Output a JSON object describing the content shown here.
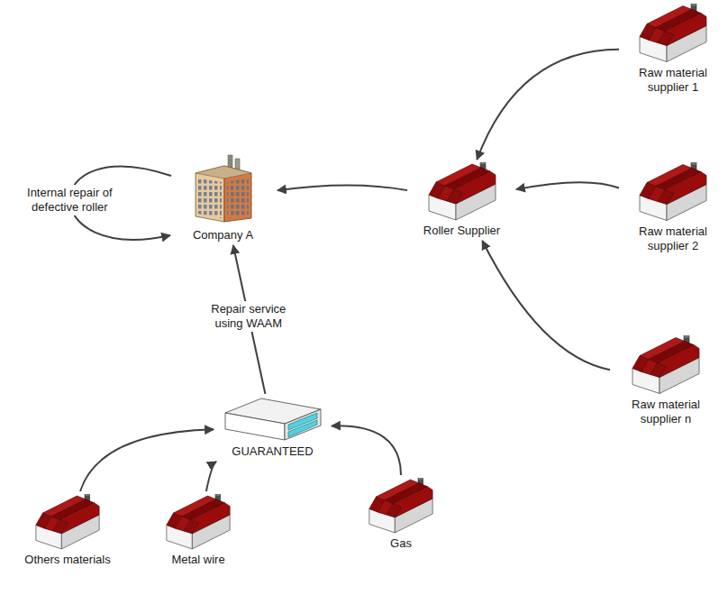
{
  "diagram": {
    "nodes": [
      {
        "text": [
          "Raw material supplier 1"
        ]
      },
      {
        "text": [
          "Company A"
        ]
      },
      {
        "text": [
          "Roller Supplier"
        ]
      },
      {
        "text": [
          "Raw material supplier 2"
        ]
      },
      {
        "text": [
          "Raw material supplier n"
        ]
      },
      {
        "text": [
          "GUARANTEED"
        ]
      },
      {
        "text": [
          "Others materials"
        ]
      },
      {
        "text": [
          "Metal wire"
        ]
      },
      {
        "text": [
          "Gas"
        ]
      }
    ],
    "edges": [
      {
        "from": 0,
        "to": 2,
        "arrow": "to"
      },
      {
        "from": 3,
        "to": 2,
        "arrow": "to"
      },
      {
        "from": 4,
        "to": 2,
        "arrow": "to"
      },
      {
        "from": 2,
        "to": 1,
        "arrow": "to"
      },
      {
        "from": 1,
        "to": 1,
        "label": "Internal repair of defective roller",
        "arrow": "to"
      },
      {
        "from": 5,
        "to": 1,
        "label": "Repair service using WAAM",
        "arrow": "to"
      },
      {
        "from": 6,
        "to": 5,
        "arrow": "to"
      },
      {
        "from": 7,
        "to": 5,
        "arrow": "to"
      },
      {
        "from": 8,
        "to": 5,
        "arrow": "to"
      }
    ]
  }
}
